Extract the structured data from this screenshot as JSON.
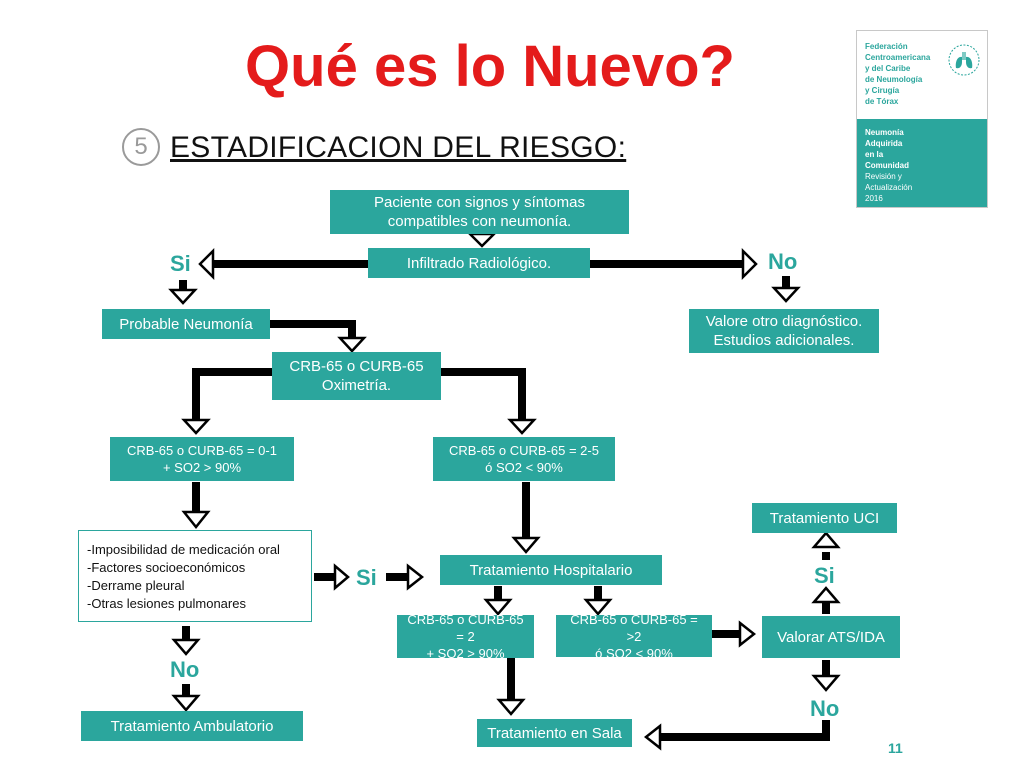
{
  "title": "Qué es lo Nuevo?",
  "subtitle": {
    "number": "5",
    "text": "ESTADIFICACION DEL RIESGO:"
  },
  "logo": {
    "org": "Federación\nCentroamericana\ny del Caribe\nde Neumología\ny Cirugía\nde Tórax",
    "doc_title": "Neumonía\nAdquirida\nen la\nComunidad",
    "doc_sub": "Revisión y\nActualización\n2016"
  },
  "flow": {
    "patient": "Paciente con signos y síntomas\ncompatibles con neumonía.",
    "infiltrate": "Infiltrado Radiológico.",
    "si_left": "Si",
    "no_right": "No",
    "probable": "Probable Neumonía",
    "other_dx": "Valore otro diagnóstico.\nEstudios adicionales.",
    "crb": "CRB-65 o CURB-65\nOximetría.",
    "low_risk": "CRB-65 o CURB-65 = 0-1\n+ SO2 > 90%",
    "high_risk": "CRB-65 o CURB-65 = 2-5\nó SO2 < 90%",
    "conditions": [
      "-Imposibilidad de medicación oral",
      "-Factores socioeconómicos",
      "-Derrame pleural",
      "-Otras lesiones pulmonares"
    ],
    "si_mid": "Si",
    "no_left": "No",
    "hospital": "Tratamiento Hospitalario",
    "ambulatory": "Tratamiento Ambulatorio",
    "hosp_low": "CRB-65 o CURB-65 = 2\n+ SO2 > 90%",
    "hosp_high": "CRB-65 o CURB-65 = >2\nó SO2 < 90%",
    "ats": "Valorar ATS/IDA",
    "si_uci": "Si",
    "uci": "Tratamiento UCI",
    "no_ats": "No",
    "ward": "Tratamiento en Sala"
  },
  "page_number": "11",
  "colors": {
    "title": "#e41b1b",
    "accent": "#2ba69d",
    "arrow": "#000000"
  }
}
